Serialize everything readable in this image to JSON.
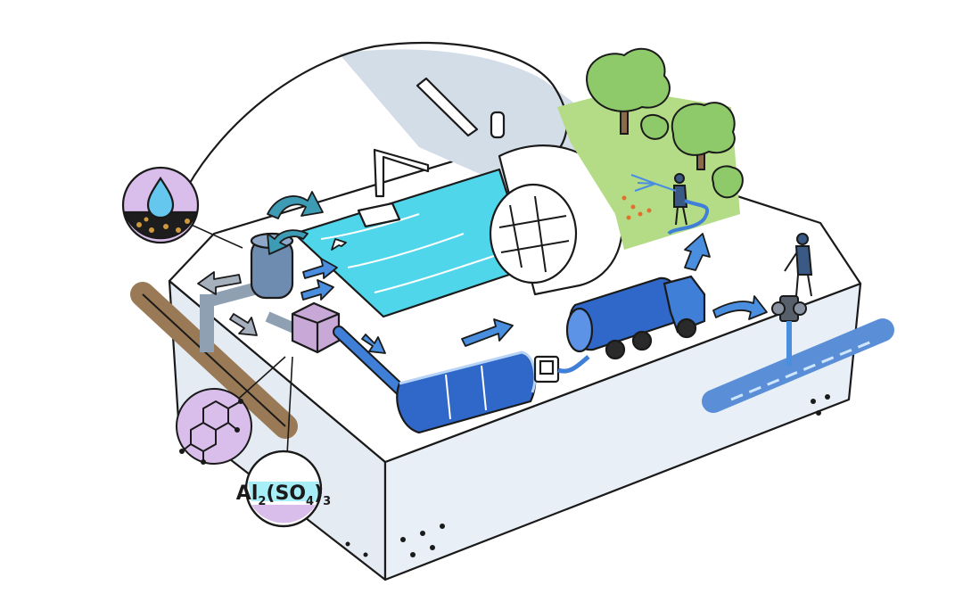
{
  "labels": {
    "chemical_formula": "Al2(SO4)3",
    "formula_base_1": "Al",
    "formula_sub_1": "2",
    "formula_paren_open": "(",
    "formula_base_2": "SO",
    "formula_sub_2": "4",
    "formula_paren_close": ")",
    "formula_sub_3": "3"
  },
  "colors": {
    "outline": "#1a1a1a",
    "platform_side": "#e4ebf3",
    "platform_top": "#ffffff",
    "shadow": "#d3dde8",
    "pool_water": "#4fd6ea",
    "pool_water_light": "#8fe7f3",
    "pipe_brown": "#9a7a56",
    "pipe_blue": "#3f7fd8",
    "tank_blue": "#2f68c8",
    "arrow_blue": "#4a8ee0",
    "arrow_teal": "#3e9bb4",
    "arrow_grey": "#a6b0bc",
    "grass": "#b4dc86",
    "tree_green": "#8ec96a",
    "trunk": "#8a6a4a",
    "badge_purple": "#d9bdea",
    "badge_dark": "#1d1d1d",
    "droplet": "#66c7ee",
    "soil_dots": "#d09a3c",
    "filter_housing": "#6e8bb0",
    "dosing_box": "#c8a8d6",
    "hydrant": "#565f6a",
    "person": "#3a5a85"
  },
  "icons": [
    "water-droplet-soil-icon",
    "molecule-icon",
    "chemical-formula-icon",
    "pool-water-icon",
    "filter-tank-icon",
    "dosing-unit-icon",
    "storage-tank-icon",
    "tanker-truck-icon",
    "hydrant-icon",
    "trees-icon",
    "gardener-icon",
    "worker-icon",
    "flow-arrow-icon"
  ]
}
